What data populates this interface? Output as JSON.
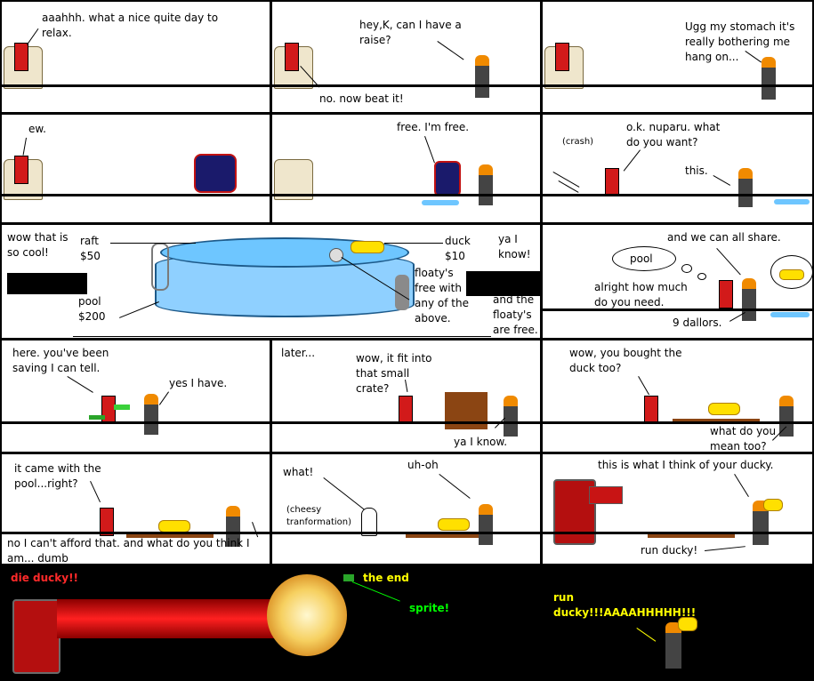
{
  "panels": {
    "p1": {
      "speech": "aaahhh. what a nice quite day to\nrelax."
    },
    "p2": {
      "speech_top": "hey,K, can I have a\nraise?",
      "speech_bottom": "no. now beat it!"
    },
    "p3": {
      "speech": "Ugg my stomach it's\nreally bothering me\nhang on..."
    },
    "p4": {
      "speech": "ew."
    },
    "p5": {
      "speech": "free. I'm free."
    },
    "p6": {
      "sfx": "(crash)",
      "speech_top": "o.k. nuparu. what\ndo you want?",
      "speech_mid": "this."
    },
    "p7": {
      "left": "wow that is\nso cool!",
      "raft": "raft\n$50",
      "pool": "pool\n$200",
      "duck": "duck\n$10",
      "floaty": "floaty's\nfree with\nany of the\nabove.",
      "right_top": "ya I\nknow!",
      "right_bottom": "and the\nfloaty's\nare free."
    },
    "p8": {
      "speech_top": "and we can all share.",
      "thought": "pool",
      "speech_mid": "alright how much\ndo you need.",
      "speech_bottom": "9 dallors."
    },
    "p9": {
      "speech_left": "here. you've been\nsaving I can tell.",
      "speech_right": "yes I have."
    },
    "p10": {
      "caption": "later...",
      "speech_top": "wow, it fit into\nthat small\ncrate?",
      "speech_bottom": "ya I know."
    },
    "p11": {
      "speech_top": "wow, you bought the\nduck too?",
      "speech_bottom": "what do you\nmean too?"
    },
    "p12": {
      "speech_top": "it came with the\npool...right?",
      "speech_bottom": "no I can't afford that. and what do you think I\nam... dumb"
    },
    "p13": {
      "speech_left": "what!",
      "caption": "(cheesy\ntranformation)",
      "speech_right": "uh-oh"
    },
    "p14": {
      "speech_top": "this is what I think of your ducky.",
      "speech_bottom": "run ducky!"
    },
    "p15": {
      "speech_red": "die ducky!!",
      "the_end": "the end",
      "sprite": "sprite!",
      "run": "run\nducky!!!AAAAHHHHH!!!"
    }
  },
  "colors": {
    "red_text": "#ff2a2a",
    "yellow_text": "#ffff00",
    "green_text": "#00ff00",
    "beam": "#cc0000",
    "pool_water": "#6ec6ff",
    "duck": "#ffe000",
    "crate": "#8b4513"
  }
}
